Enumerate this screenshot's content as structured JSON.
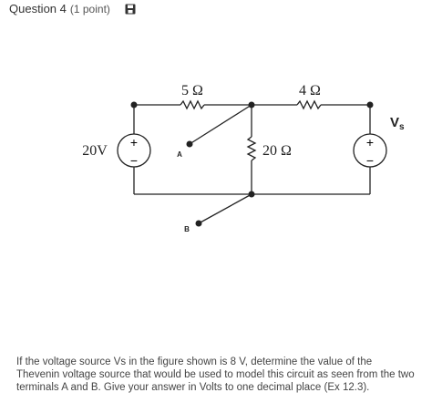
{
  "header": {
    "title": "Question 4",
    "points": "(1 point)",
    "save_icon": "save-icon"
  },
  "circuit": {
    "r1_label": "5 Ω",
    "r2_label": "4 Ω",
    "r3_label": "20 Ω",
    "source_left_label": "20V",
    "source_right_label": "V",
    "source_right_subscript": "s",
    "terminal_a": "A",
    "terminal_b": "B",
    "plus": "+",
    "minus": "−"
  },
  "question": {
    "text": "If the voltage source Vs in the figure shown is 8 V, determine the value of the Thevenin voltage source that would be used to model this circuit as seen from the two terminals A and B. Give your answer in Volts to one decimal place (Ex 12.3)."
  }
}
